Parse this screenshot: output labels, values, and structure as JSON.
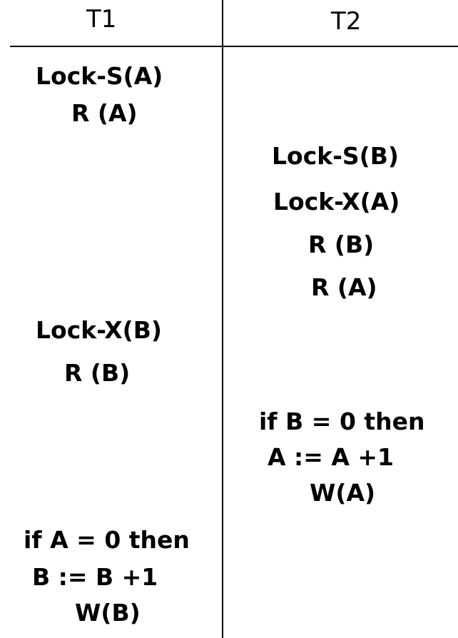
{
  "columns": {
    "t1": "T1",
    "t2": "T2"
  },
  "t1_ops": [
    "Lock-S(A)",
    "R (A)",
    "Lock-X(B)",
    "R (B)",
    "if A = 0 then",
    "B := B +1",
    "W(B)"
  ],
  "t2_ops": [
    "Lock-S(B)",
    "Lock-X(A)",
    "R (B)",
    "R (A)",
    "if B = 0 then",
    "A := A +1",
    "W(A)"
  ]
}
